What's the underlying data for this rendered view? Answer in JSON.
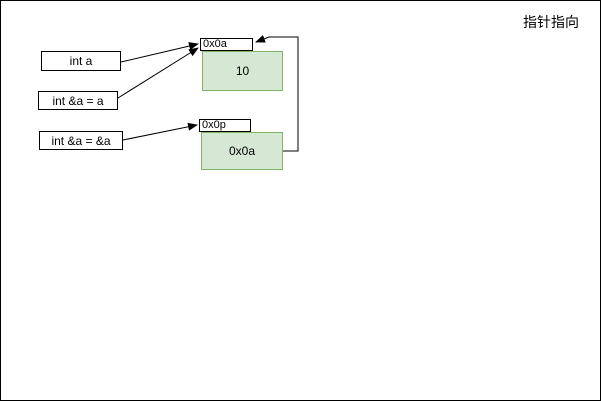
{
  "title": "指针指向",
  "declarations": [
    {
      "label": "int a"
    },
    {
      "label": "int &a = a"
    },
    {
      "label": "int &a = &a"
    }
  ],
  "memory_cells": [
    {
      "address": "0x0a",
      "value": "10"
    },
    {
      "address": "0x0p",
      "value": "0x0a"
    }
  ],
  "arrows": [
    {
      "from": "int a",
      "to": "0x0a"
    },
    {
      "from": "int &a = a",
      "to": "0x0a"
    },
    {
      "from": "int &a = &a",
      "to": "0x0p"
    },
    {
      "from": "0x0p value",
      "to": "0x0a address"
    }
  ],
  "colors": {
    "background": "#ffffff",
    "canvas_border": "#000000",
    "box_fill": "#ffffff",
    "box_border": "#000000",
    "memory_fill": "#d5e8d4",
    "memory_border": "#82b366",
    "arrow": "#000000",
    "text": "#000000"
  }
}
